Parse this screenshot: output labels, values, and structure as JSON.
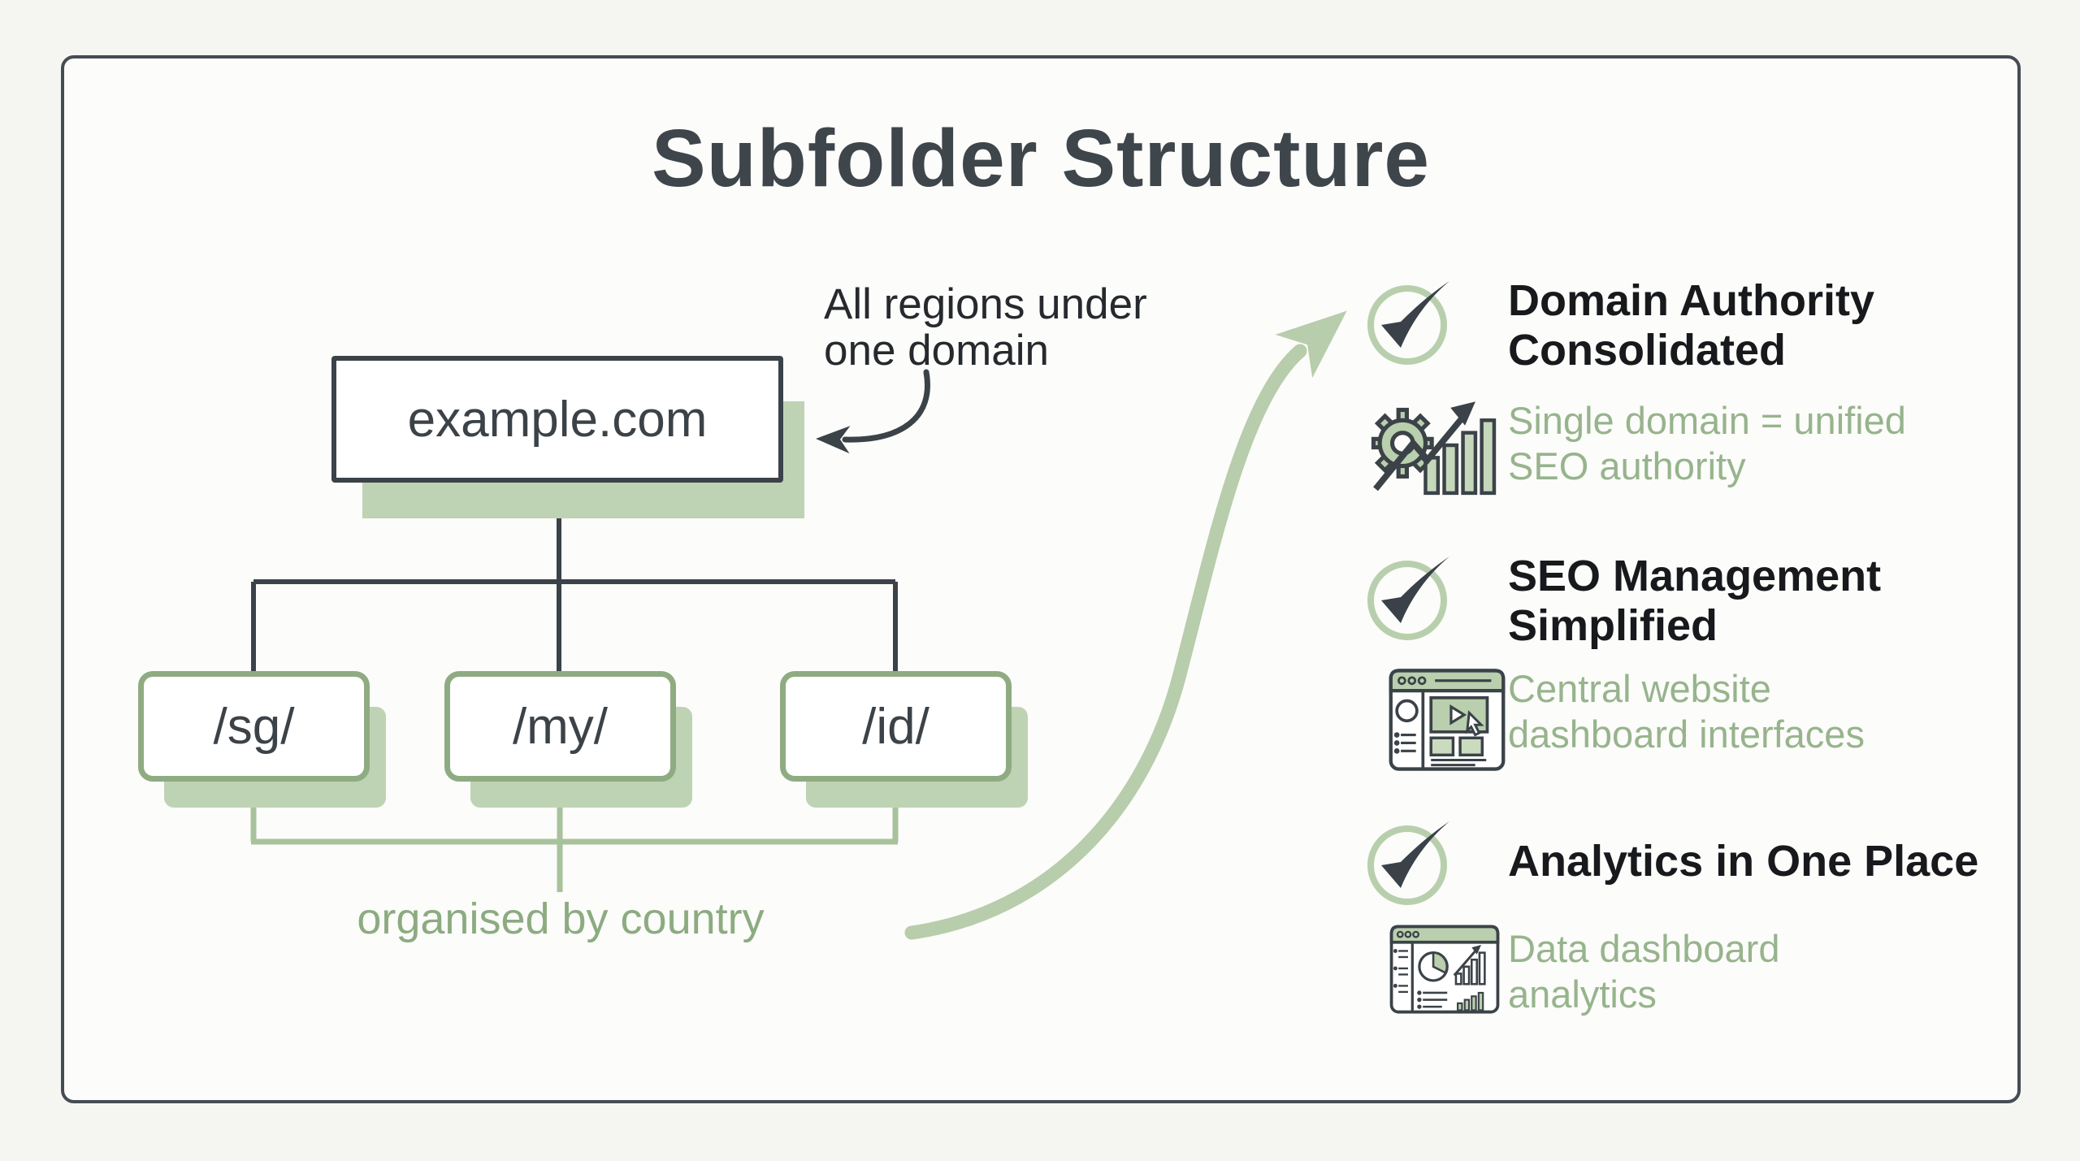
{
  "title": "Subfolder Structure",
  "diagram": {
    "root": "example.com",
    "children": [
      "/sg/",
      "/my/",
      "/id/"
    ],
    "annotation_line1": "All regions under",
    "annotation_line2": "one domain",
    "caption": "organised by country"
  },
  "benefits": [
    {
      "icon": "gear-growth-chart-icon",
      "title1": "Domain Authority",
      "title2": "Consolidated",
      "desc1": "Single domain = unified",
      "desc2": "SEO authority"
    },
    {
      "icon": "browser-dashboard-icon",
      "title1": "SEO Management",
      "title2": "Simplified",
      "desc1": "Central website",
      "desc2": "dashboard interfaces"
    },
    {
      "icon": "analytics-dashboard-icon",
      "title1": "Analytics in One Place",
      "title2": "",
      "desc1": "Data dashboard",
      "desc2": "analytics"
    }
  ],
  "colors": {
    "accent_sage": "#b7cdab",
    "line_green": "#a8c29c",
    "border_green": "#8fab82",
    "text_green": "#8fad84",
    "dark": "#3b4248",
    "shadow_green": "#bed3b3"
  }
}
